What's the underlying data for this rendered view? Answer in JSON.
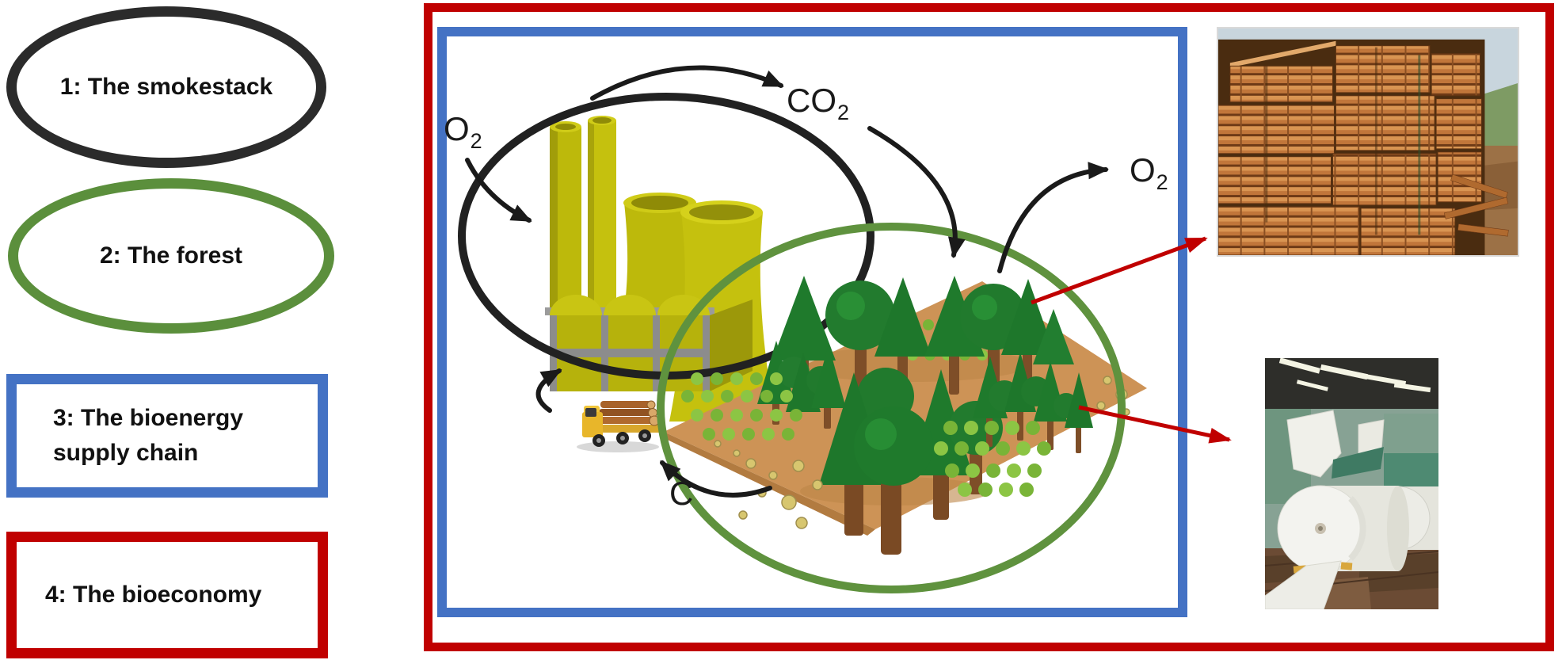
{
  "legend": {
    "items": [
      {
        "id": "smokestack",
        "shape": "ellipse",
        "border_color": "#2B2B2B",
        "lines": [
          "1: The smokestack"
        ]
      },
      {
        "id": "forest",
        "shape": "ellipse",
        "border_color": "#5B8F3C",
        "lines": [
          "2: The forest"
        ]
      },
      {
        "id": "bioenergy-supply-chain",
        "shape": "rectangle",
        "border_color": "#4472C4",
        "lines": [
          "3: The bioenergy",
          "supply chain"
        ]
      },
      {
        "id": "bioeconomy",
        "shape": "rectangle",
        "border_color": "#C00000",
        "lines": [
          "4: The bioeconomy"
        ]
      }
    ]
  },
  "diagram": {
    "labels": {
      "o2_left": {
        "base": "O",
        "sub": "2"
      },
      "co2": {
        "base": "CO",
        "sub": "2"
      },
      "o2_right": {
        "base": "O",
        "sub": "2"
      },
      "carbon": {
        "base": "C",
        "sub": ""
      }
    },
    "colors": {
      "bioeconomy_box": "#C00000",
      "supply_chain_box": "#4472C4",
      "smokestack_ellipse": "#212121",
      "forest_ellipse": "#5F923E",
      "flow_arrows": "#1A1A1A",
      "product_arrows": "#C00000"
    }
  },
  "photos": {
    "lumber": {
      "name": "stacked-sawn-timber-photo"
    },
    "paper": {
      "name": "paper-roll-mill-photo"
    }
  }
}
